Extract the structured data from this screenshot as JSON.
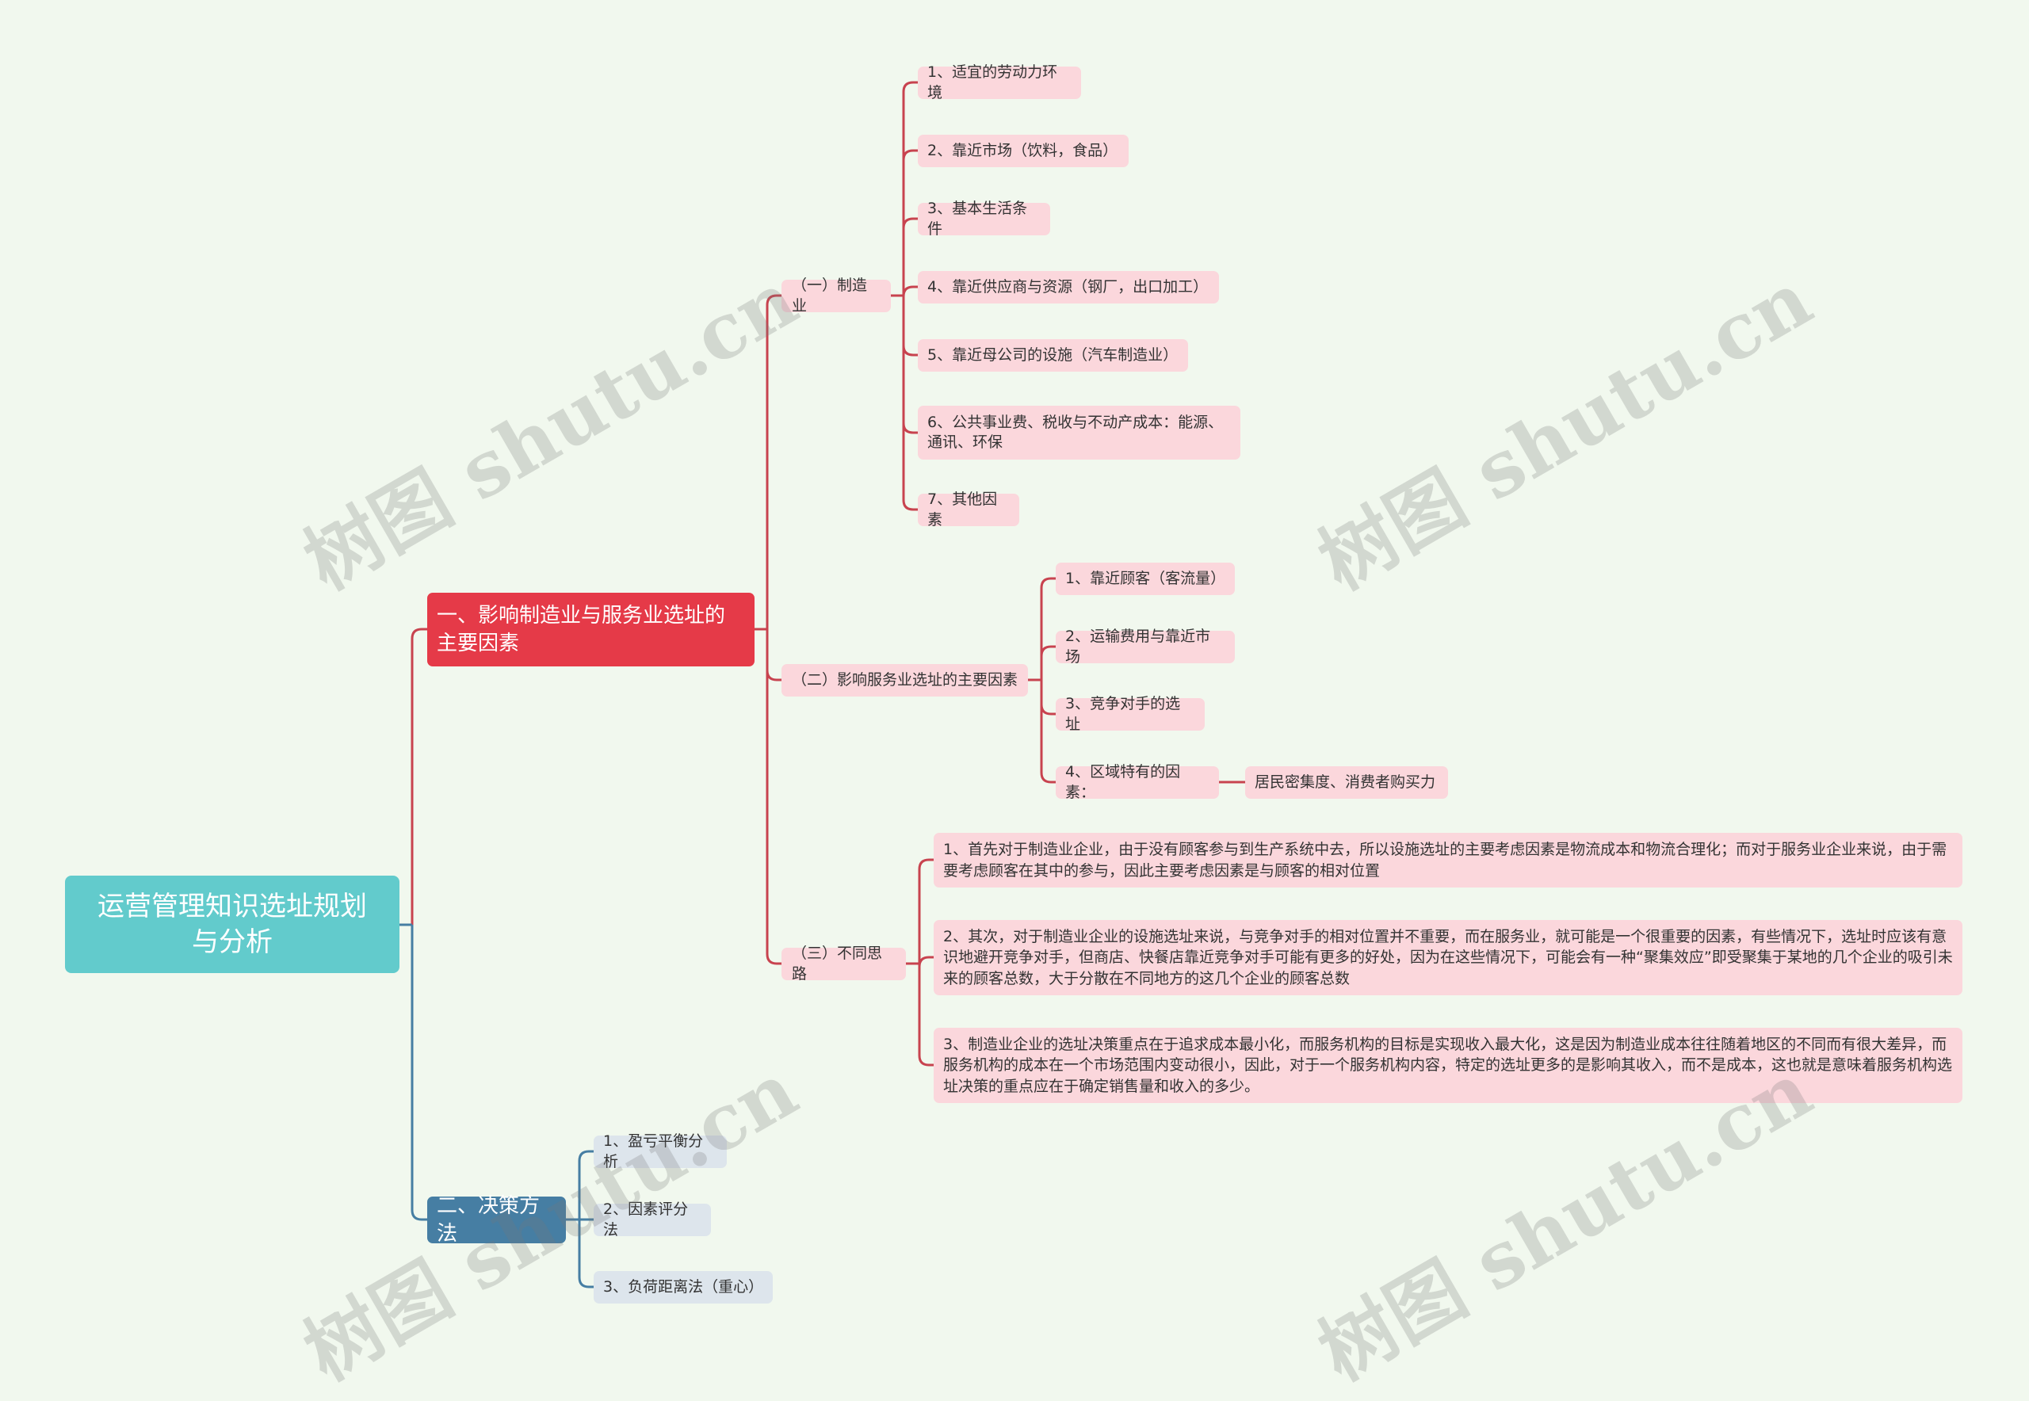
{
  "colors": {
    "background": "#f1f8ee",
    "root": "#62cbcc",
    "branch_red": "#e53a48",
    "branch_blue": "#467ea3",
    "node_pink": "#fbd7dc",
    "node_blue_gray": "#dde5ec",
    "line_red": "#c8434f",
    "line_blue": "#467ea3"
  },
  "root": {
    "label": "运营管理知识选址规划与分析"
  },
  "branch1": {
    "label": "一、影响制造业与服务业选址的主要因素",
    "group1": {
      "label": "（一）制造业",
      "items": [
        "1、适宜的劳动力环境",
        "2、靠近市场（饮料，食品）",
        "3、基本生活条件",
        "4、靠近供应商与资源（钢厂，出口加工）",
        "5、靠近母公司的设施（汽车制造业）",
        "6、公共事业费、税收与不动产成本：能源、通讯、环保",
        "7、其他因素"
      ]
    },
    "group2": {
      "label": "（二）影响服务业选址的主要因素",
      "items": [
        "1、靠近顾客（客流量）",
        "2、运输费用与靠近市场",
        "3、竞争对手的选址",
        "4、区域特有的因素："
      ],
      "item4_child": "居民密集度、消费者购买力"
    },
    "group3": {
      "label": "（三）不同思路",
      "items": [
        "1、首先对于制造业企业，由于没有顾客参与到生产系统中去，所以设施选址的主要考虑因素是物流成本和物流合理化；而对于服务业企业来说，由于需要考虑顾客在其中的参与，因此主要考虑因素是与顾客的相对位置",
        "2、其次，对于制造业企业的设施选址来说，与竞争对手的相对位置并不重要，而在服务业，就可能是一个很重要的因素，有些情况下，选址时应该有意识地避开竞争对手，但商店、快餐店靠近竞争对手可能有更多的好处，因为在这些情况下，可能会有一种“聚集效应”即受聚集于某地的几个企业的吸引未来的顾客总数，大于分散在不同地方的这几个企业的顾客总数",
        "3、制造业企业的选址决策重点在于追求成本最小化，而服务机构的目标是实现收入最大化，这是因为制造业成本往往随着地区的不同而有很大差异，而服务机构的成本在一个市场范围内变动很小，因此，对于一个服务机构内容，特定的选址更多的是影响其收入，而不是成本，这也就是意味着服务机构选址决策的重点应在于确定销售量和收入的多少。"
      ]
    }
  },
  "branch2": {
    "label": "二、决策方法",
    "items": [
      "1、盈亏平衡分析",
      "2、因素评分法",
      "3、负荷距离法（重心）"
    ]
  },
  "watermarks": [
    "树图 shutu.cn",
    "树图 shutu.cn",
    "树图 shutu.cn",
    "树图 shutu.cn"
  ]
}
